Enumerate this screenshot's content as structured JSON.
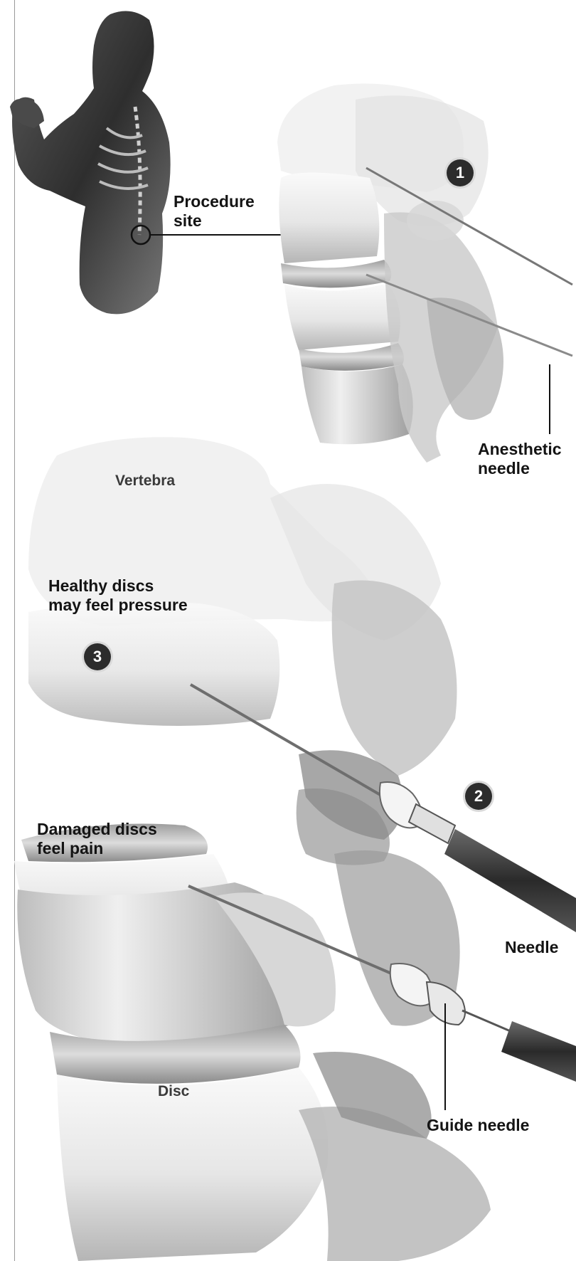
{
  "labels": {
    "procedure_site": [
      "Procedure",
      "site"
    ],
    "anesthetic_needle": [
      "Anesthetic",
      "needle"
    ],
    "vertebra": "Vertebra",
    "healthy_discs": [
      "Healthy discs",
      "may feel pressure"
    ],
    "damaged_discs": [
      "Damaged discs",
      "feel pain"
    ],
    "needle": "Needle",
    "guide_needle": "Guide needle",
    "disc": "Disc"
  },
  "steps": [
    "1",
    "2",
    "3"
  ],
  "colors": {
    "ink": "#141414",
    "badge": "#2c2c2c",
    "bone_light": "#f2f2f2",
    "bone_mid": "#d0d0d0",
    "bone_dark": "#8e8e8e",
    "tissue": "#a9a9a9",
    "syringe": "#3a3a3a"
  }
}
